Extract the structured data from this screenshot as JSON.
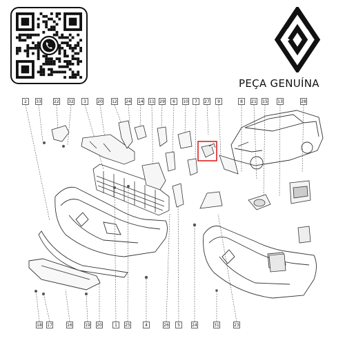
{
  "header": {
    "brand_icon": "renault-diamond-logo",
    "qr_icon": "whatsapp-qr-code",
    "whatsapp_icon": "whatsapp-phone-icon",
    "genuine_label": "PEÇA GENUÍNA"
  },
  "callouts": {
    "top": [
      "2",
      "33",
      "22",
      "32",
      "3",
      "20",
      "12",
      "24",
      "14",
      "29",
      "11",
      "6",
      "10",
      "7",
      "27",
      "9",
      "8",
      "21",
      "15",
      "13",
      "28"
    ],
    "bottom": [
      "18",
      "17",
      "16",
      "19",
      "20",
      "1",
      "25",
      "4",
      "26",
      "5",
      "24",
      "31",
      "23"
    ]
  },
  "colors": {
    "line": "#333333",
    "highlight": "#e02020"
  }
}
